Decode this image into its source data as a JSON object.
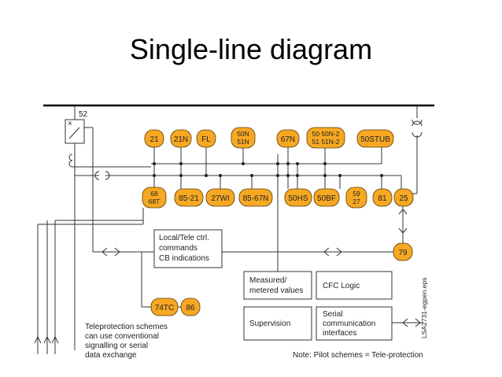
{
  "title": "Single-line diagram",
  "breaker_label": "52",
  "functions_top": [
    {
      "id": "f21",
      "lines": [
        "21"
      ]
    },
    {
      "id": "f21n",
      "lines": [
        "21N"
      ]
    },
    {
      "id": "ffl",
      "lines": [
        "FL"
      ]
    },
    {
      "id": "f50n51n",
      "lines": [
        "50N",
        "51N"
      ]
    },
    {
      "id": "f67n",
      "lines": [
        "67N"
      ]
    },
    {
      "id": "f5050n2",
      "lines": [
        "50 50N-2",
        "51 51N-2"
      ]
    },
    {
      "id": "f50stub",
      "lines": [
        "50STUB"
      ]
    }
  ],
  "functions_bottom": [
    {
      "id": "f6868t",
      "lines": [
        "68",
        "68T"
      ]
    },
    {
      "id": "f8521",
      "lines": [
        "85-21"
      ]
    },
    {
      "id": "f27wi",
      "lines": [
        "27WI"
      ]
    },
    {
      "id": "f8567n",
      "lines": [
        "85-67N"
      ]
    },
    {
      "id": "f50hs",
      "lines": [
        "50HS"
      ]
    },
    {
      "id": "f50bf",
      "lines": [
        "50BF"
      ]
    },
    {
      "id": "f5927",
      "lines": [
        "59",
        "27"
      ]
    },
    {
      "id": "f81",
      "lines": [
        "81"
      ]
    },
    {
      "id": "f25",
      "lines": [
        "25"
      ]
    }
  ],
  "function_79": "79",
  "function_74tc": "74TC",
  "function_86": "86",
  "box_local": [
    "Local/Tele ctrl.",
    "commands",
    "CB indications"
  ],
  "box_measured": [
    "Measured/",
    "metered values"
  ],
  "box_cfc": "CFC Logic",
  "box_supervision": "Supervision",
  "box_serial": [
    "Serial",
    "communication",
    "interfaces"
  ],
  "note_teleprotection": [
    "Teleprotection schemes",
    "can use conventional",
    "signalling or serial",
    "data exchange"
  ],
  "note_pilot": "Note: Pilot schemes = Tele-protection",
  "figure_code": "LSA2731-egpen.eps"
}
